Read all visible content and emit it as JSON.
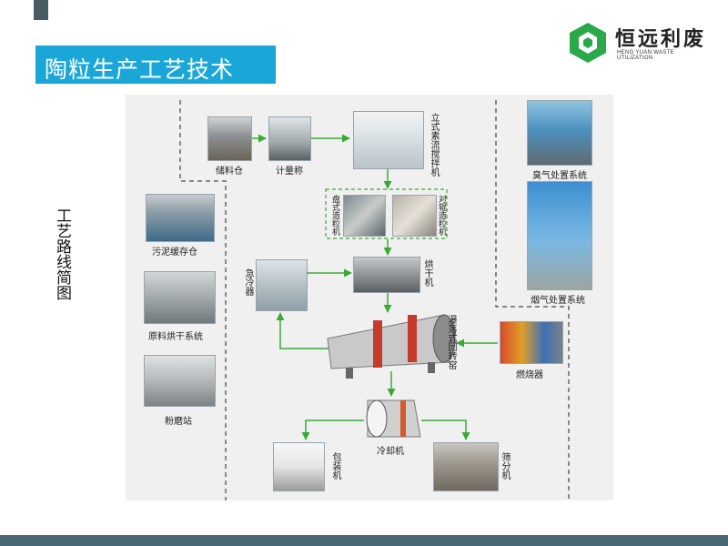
{
  "header": {
    "title": "陶粒生产工艺技术",
    "accent_color": "#1aa7d8"
  },
  "logo": {
    "icon": "hengyuan-logo-icon",
    "name": "恒远利废",
    "subtitle": "HENG YUAN WASTE UTILIZATION",
    "color": "#2aa84a"
  },
  "side_title": "工艺路线简图",
  "diagram": {
    "line_color": "#3aaa35",
    "labels": {
      "storage_bin": "储料仓",
      "weigher": "计量称",
      "mixer": "立式素流搅拌机",
      "disc_granulator": "盘式造粒机",
      "roller_granulator": "对辊造粒机",
      "dryer": "烘干机",
      "quench_cooler": "急冷器",
      "rotary_kiln": "瀑落式回转窑",
      "burner": "燃烧器",
      "cooler": "冷却机",
      "packer": "包装机",
      "screener": "筛分机",
      "sludge_bin": "污泥缓存仓",
      "raw_dryer": "原料烘干系统",
      "grinding": "粉磨站",
      "odor_system": "臭气处置系统",
      "flue_gas_system": "烟气处置系统"
    }
  },
  "footer": {
    "color": "#4a6875"
  }
}
